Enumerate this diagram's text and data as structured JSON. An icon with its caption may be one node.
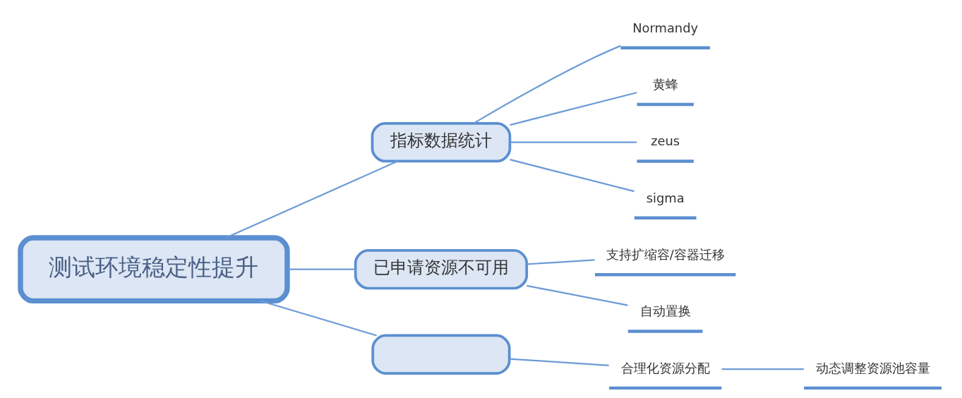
{
  "diagram": {
    "nodes": [
      {
        "text": [
          "测试环境稳定性提升"
        ]
      },
      {
        "text": [
          "指标数据统计"
        ]
      },
      {
        "text": [
          "Normandy"
        ]
      },
      {
        "text": [
          "黄蜂"
        ]
      },
      {
        "text": [
          "zeus"
        ]
      },
      {
        "text": [
          "sigma"
        ]
      },
      {
        "text": [
          "已申请资源不可用"
        ]
      },
      {
        "text": [
          "支持扩缩容/容器迁移"
        ]
      },
      {
        "text": [
          "自动置换"
        ]
      },
      {
        "text": [],
        "shape": "box"
      },
      {
        "text": [
          "合理化资源分配"
        ]
      },
      {
        "text": [
          "动态调整资源池容量"
        ]
      }
    ],
    "edges": [
      {
        "from": 0,
        "to": 1,
        "arrow": "none"
      },
      {
        "from": 1,
        "to": 2,
        "arrow": "none"
      },
      {
        "from": 1,
        "to": 3,
        "arrow": "none"
      },
      {
        "from": 1,
        "to": 4,
        "arrow": "none"
      },
      {
        "from": 1,
        "to": 5,
        "arrow": "none"
      },
      {
        "from": 0,
        "to": 6,
        "arrow": "none"
      },
      {
        "from": 6,
        "to": 7,
        "arrow": "none"
      },
      {
        "from": 6,
        "to": 8,
        "arrow": "none"
      },
      {
        "from": 0,
        "to": 9,
        "arrow": "none"
      },
      {
        "from": 9,
        "to": 10,
        "arrow": "none"
      },
      {
        "from": 10,
        "to": 11,
        "arrow": "none"
      }
    ]
  }
}
